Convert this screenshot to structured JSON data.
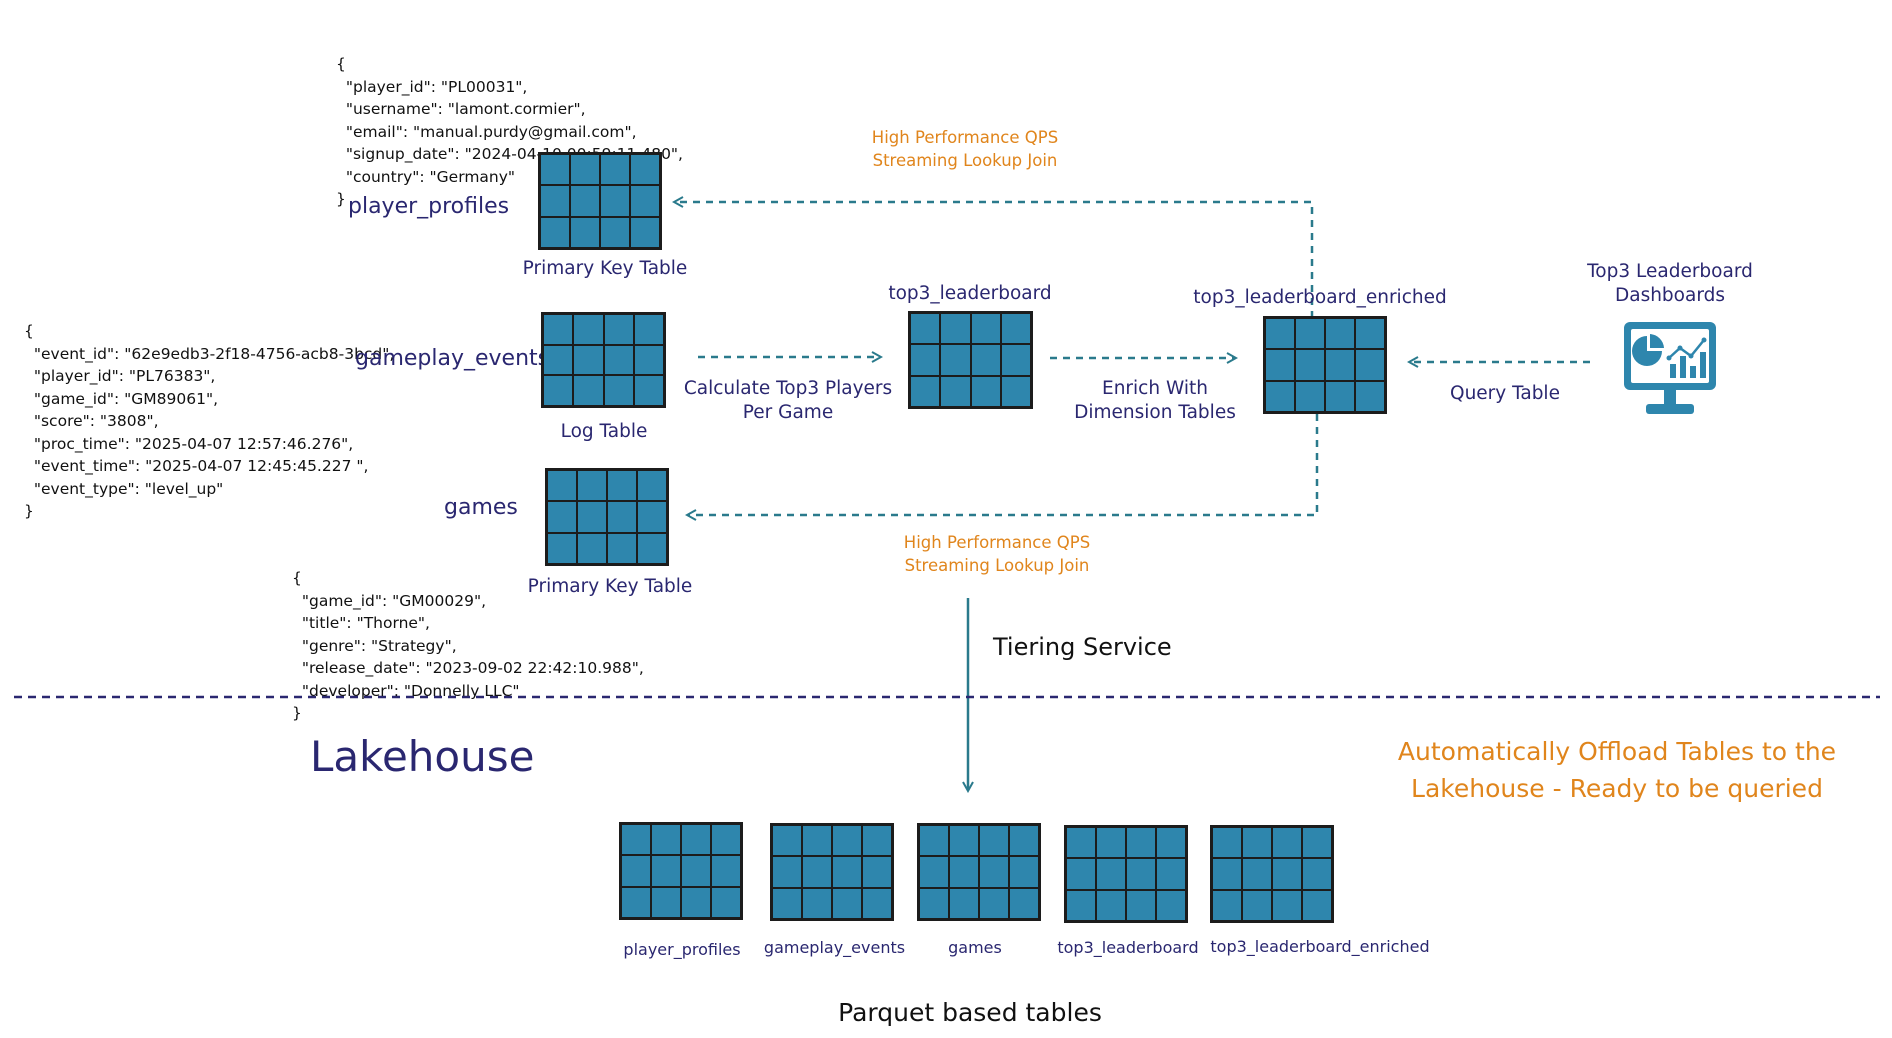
{
  "player_profiles": {
    "name": "player_profiles",
    "type_label": "Primary Key Table",
    "sample_lines": [
      "{",
      "  \"player_id\": \"PL00031\",",
      "  \"username\": \"lamont.cormier\",",
      "  \"email\": \"manual.purdy@gmail.com\",",
      "  \"signup_date\": \"2024-04-10 00:59:11.480\",",
      "  \"country\": \"Germany\"",
      "}"
    ]
  },
  "gameplay_events": {
    "name": "gameplay_events",
    "type_label": "Log Table",
    "sample_lines": [
      "{",
      "  \"event_id\": \"62e9edb3-2f18-4756-acb8-3bcd\",",
      "  \"player_id\": \"PL76383\",",
      "  \"game_id\": \"GM89061\",",
      "  \"score\": \"3808\",",
      "  \"proc_time\": \"2025-04-07 12:57:46.276\",",
      "  \"event_time\": \"2025-04-07 12:45:45.227 \",",
      "  \"event_type\": \"level_up\"",
      "}"
    ]
  },
  "games": {
    "name": "games",
    "type_label": "Primary Key Table",
    "sample_lines": [
      "{",
      "  \"game_id\": \"GM00029\",",
      "  \"title\": \"Thorne\",",
      "  \"genre\": \"Strategy\",",
      "  \"release_date\": \"2023-09-02 22:42:10.988\",",
      "  \"developer\": \"Donnelly LLC\"",
      "}"
    ]
  },
  "top3_leaderboard": {
    "name": "top3_leaderboard"
  },
  "top3_leaderboard_enriched": {
    "name": "top3_leaderboard_enriched"
  },
  "dashboard": {
    "title_line1": "Top3 Leaderboard",
    "title_line2": "Dashboards",
    "icon": "chart-monitor-icon"
  },
  "flows": {
    "calc_line1": "Calculate Top3 Players",
    "calc_line2": "Per Game",
    "enrich_line1": "Enrich With",
    "enrich_line2": "Dimension Tables",
    "query": "Query Table",
    "lookup_top_line1": "High Performance QPS",
    "lookup_top_line2": "Streaming Lookup Join",
    "lookup_bottom_line1": "High Performance QPS",
    "lookup_bottom_line2": "Streaming Lookup Join",
    "tiering": "Tiering Service"
  },
  "lakehouse": {
    "title": "Lakehouse",
    "offload_line1": "Automatically Offload Tables to the",
    "offload_line2": "Lakehouse - Ready to be queried",
    "tables": [
      "player_profiles",
      "gameplay_events",
      "games",
      "top3_leaderboard",
      "top3_leaderboard_enriched"
    ],
    "footer": "Parquet based tables"
  },
  "colors": {
    "navy": "#2a2770",
    "orange": "#e0851c",
    "teal": "#2e86ad",
    "arrow": "#2a7a8c"
  }
}
